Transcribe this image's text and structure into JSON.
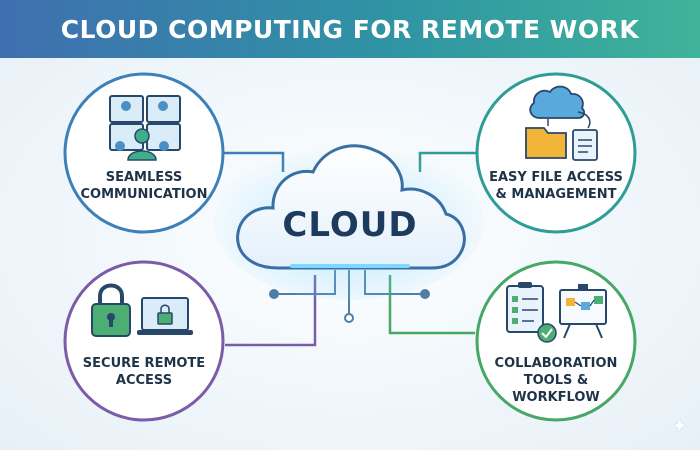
{
  "header": {
    "title": "CLOUD COMPUTING FOR REMOTE WORK"
  },
  "center": {
    "label": "CLOUD"
  },
  "nodes": [
    {
      "id": "communication",
      "label_line1": "SEAMLESS",
      "label_line2": "COMMUNICATION",
      "icon": "video-conference-icon",
      "color": "#3d7fb8"
    },
    {
      "id": "file-access",
      "label_line1": "EASY FILE ACCESS",
      "label_line2": "& MANAGEMENT",
      "icon": "cloud-folder-icon",
      "color": "#2f9c96"
    },
    {
      "id": "secure-access",
      "label_line1": "SECURE REMOTE",
      "label_line2": "ACCESS",
      "icon": "padlock-laptop-icon",
      "color": "#7b5ca8"
    },
    {
      "id": "collaboration",
      "label_line1": "COLLABORATION",
      "label_line2": "TOOLS & WORKFLOW",
      "icon": "checklist-whiteboard-icon",
      "color": "#46a865"
    }
  ]
}
